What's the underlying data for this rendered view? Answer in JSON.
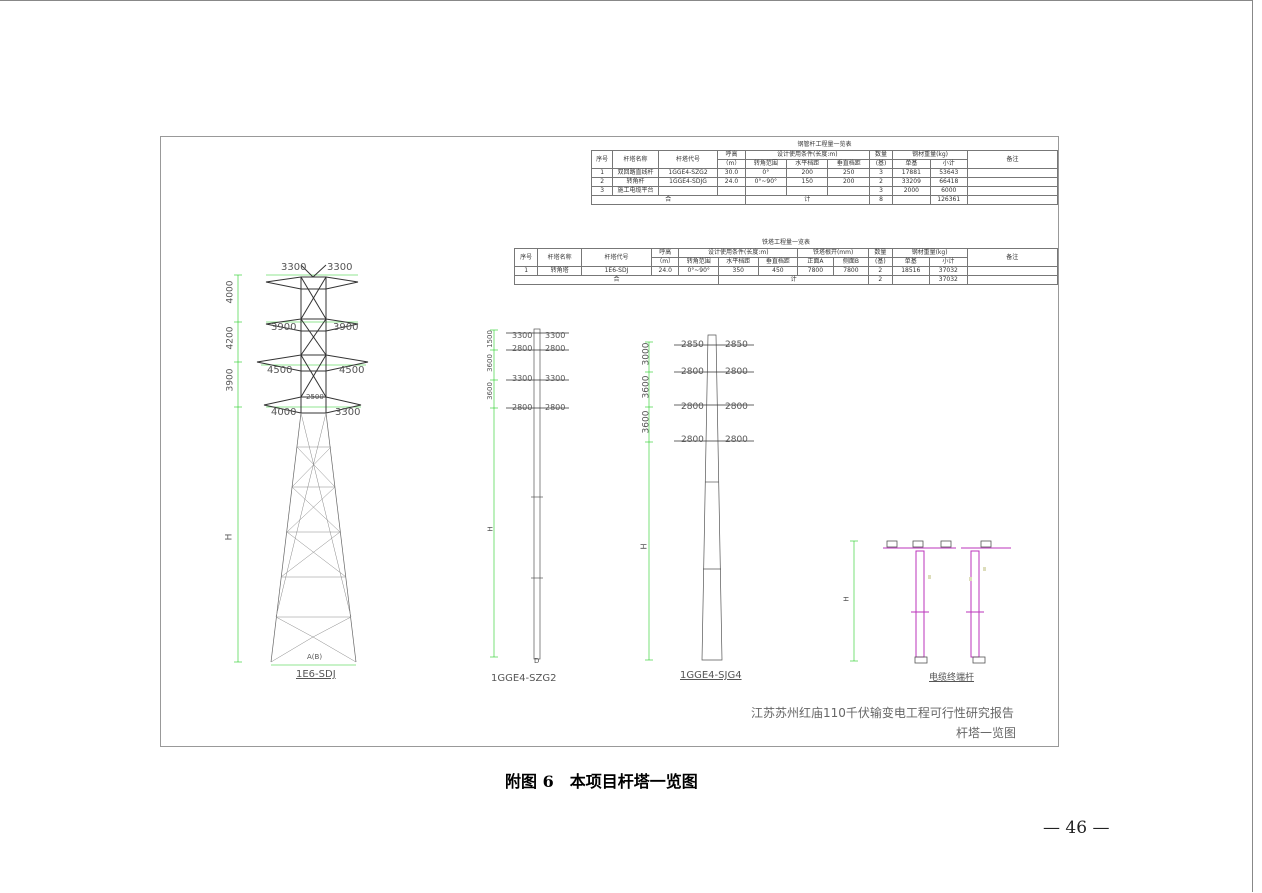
{
  "table1": {
    "title": "钢管杆工程量一览表",
    "headers": {
      "no": "序号",
      "name": "杆塔名称",
      "code": "杆塔代号",
      "height_l1": "呼高",
      "height_l2": "（m）",
      "design": "设计使用条件(长度:m)",
      "angle": "转角范围",
      "hspan": "水平档距",
      "vspan": "垂直档距",
      "qty_l1": "数量",
      "qty_l2": "(基)",
      "steel": "钢材重量(kg)",
      "unit": "单基",
      "subtotal": "小计",
      "note": "备注"
    },
    "rows": [
      {
        "no": "1",
        "name": "双回路直线杆",
        "code": "1GGE4-SZG2",
        "height": "30.0",
        "angle": "0°",
        "hspan": "200",
        "vspan": "250",
        "qty": "3",
        "unit": "17881",
        "subtotal": "53643",
        "note": ""
      },
      {
        "no": "2",
        "name": "转角杆",
        "code": "1GGE4-SDJG",
        "height": "24.0",
        "angle": "0°~90°",
        "hspan": "150",
        "vspan": "200",
        "qty": "2",
        "unit": "33209",
        "subtotal": "66418",
        "note": ""
      },
      {
        "no": "3",
        "name": "施工电缆平台",
        "code": "",
        "height": "",
        "angle": "",
        "hspan": "",
        "vspan": "",
        "qty": "3",
        "unit": "2000",
        "subtotal": "6000",
        "note": ""
      }
    ],
    "total": {
      "label1": "合",
      "label2": "计",
      "qty": "8",
      "subtotal": "126361"
    }
  },
  "table2": {
    "title": "铁塔工程量一览表",
    "headers": {
      "no": "序号",
      "name": "杆塔名称",
      "code": "杆塔代号",
      "height_l1": "呼高",
      "height_l2": "（m）",
      "design": "设计使用条件(长度:m)",
      "angle": "转角范围",
      "hspan": "水平档距",
      "vspan": "垂直档距",
      "root": "铁塔根开(mm)",
      "rootA": "正面A",
      "rootB": "侧面B",
      "qty_l1": "数量",
      "qty_l2": "(基)",
      "steel": "钢材重量(kg)",
      "unit": "单基",
      "subtotal": "小计",
      "note": "备注"
    },
    "rows": [
      {
        "no": "1",
        "name": "转角塔",
        "code": "1E6-SDJ",
        "height": "24.0",
        "angle": "0°~90°",
        "hspan": "350",
        "vspan": "450",
        "rootA": "7800",
        "rootB": "7800",
        "qty": "2",
        "unit": "18516",
        "subtotal": "37032",
        "note": ""
      }
    ],
    "total": {
      "label1": "合",
      "label2": "计",
      "qty": "2",
      "subtotal": "37032"
    }
  },
  "tower1": {
    "name": "1E6-SDJ",
    "dims": [
      "3300",
      "3300",
      "3900",
      "3900",
      "4500",
      "4500",
      "4000",
      "3300",
      "2500"
    ],
    "vdims": [
      "4000",
      "4200",
      "3900"
    ],
    "hlabel": "H",
    "base": "A(B)"
  },
  "tower2": {
    "name": "1GGE4-SZG2",
    "dims": [
      "3300",
      "3300",
      "2800",
      "2800",
      "3300",
      "3300",
      "2800",
      "2800"
    ],
    "vdims": [
      "1500",
      "3600",
      "3600"
    ],
    "hlabel": "H",
    "base": "D"
  },
  "tower3": {
    "name": "1GGE4-SJG4",
    "dims": [
      "2850",
      "2850",
      "2800",
      "2800",
      "2800",
      "2800",
      "2800",
      "2800"
    ],
    "vdims": [
      "3000",
      "3600",
      "3600"
    ],
    "hlabel": "H"
  },
  "tower4": {
    "name": "电缆终端杆",
    "hlabel": "H"
  },
  "titleblock": {
    "line1": "江苏苏州红庙110千伏输变电工程可行性研究报告",
    "line2": "杆塔一览图"
  },
  "caption": "附图 6　本项目杆塔一览图",
  "page_number": "— 46 —"
}
